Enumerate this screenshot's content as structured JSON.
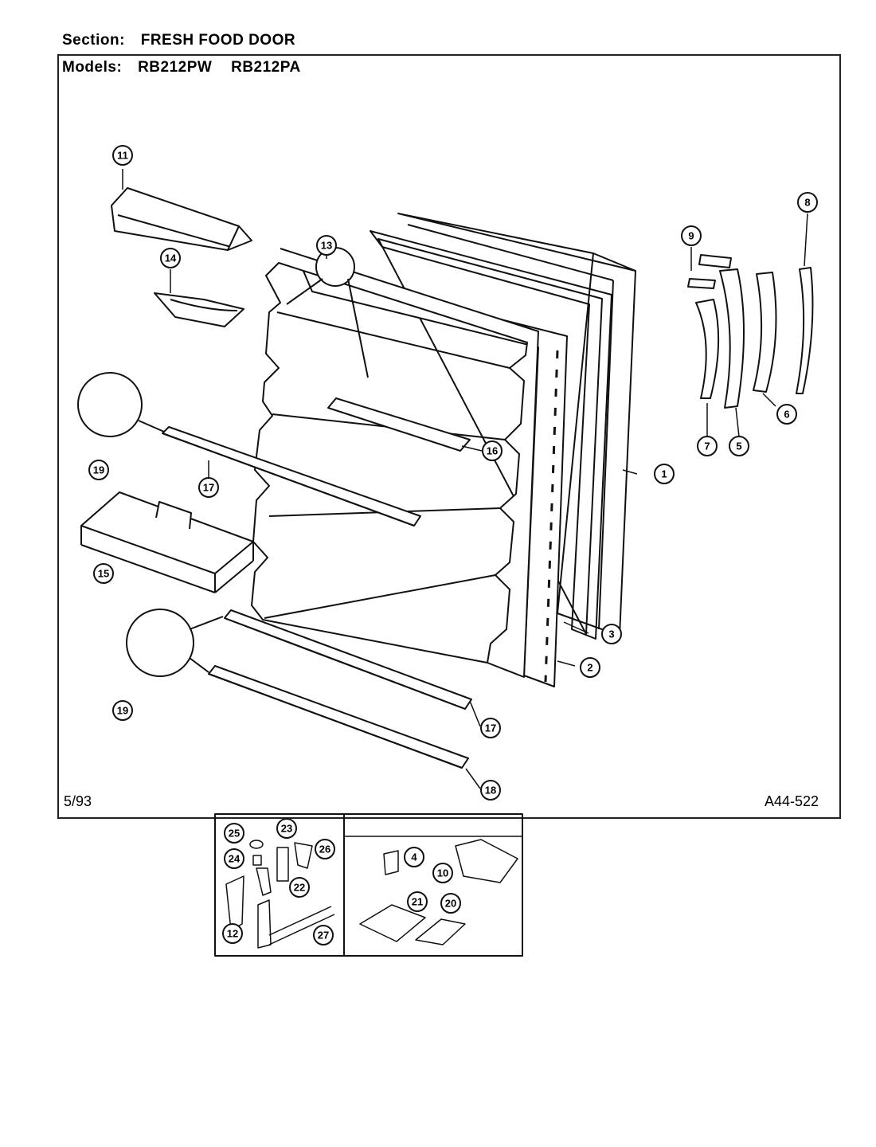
{
  "header": {
    "section_label": "Section:",
    "section_value": "FRESH FOOD DOOR",
    "models_label": "Models:",
    "models": [
      "RB212PW",
      "RB212PA"
    ]
  },
  "footer": {
    "date": "5/93",
    "code": "A44-522"
  },
  "callouts": [
    {
      "id": "c11",
      "label": "11"
    },
    {
      "id": "c13",
      "label": "13"
    },
    {
      "id": "c14",
      "label": "14"
    },
    {
      "id": "c19a",
      "label": "19"
    },
    {
      "id": "c17a",
      "label": "17"
    },
    {
      "id": "c16",
      "label": "16"
    },
    {
      "id": "c15",
      "label": "15"
    },
    {
      "id": "c19b",
      "label": "19"
    },
    {
      "id": "c17b",
      "label": "17"
    },
    {
      "id": "c18",
      "label": "18"
    },
    {
      "id": "c1",
      "label": "1"
    },
    {
      "id": "c2",
      "label": "2"
    },
    {
      "id": "c3",
      "label": "3"
    },
    {
      "id": "c9",
      "label": "9"
    },
    {
      "id": "c8",
      "label": "8"
    },
    {
      "id": "c7",
      "label": "7"
    },
    {
      "id": "c5",
      "label": "5"
    },
    {
      "id": "c6",
      "label": "6"
    },
    {
      "id": "c25",
      "label": "25"
    },
    {
      "id": "c23",
      "label": "23"
    },
    {
      "id": "c24",
      "label": "24"
    },
    {
      "id": "c26",
      "label": "26"
    },
    {
      "id": "c22",
      "label": "22"
    },
    {
      "id": "c12",
      "label": "12"
    },
    {
      "id": "c27",
      "label": "27"
    },
    {
      "id": "c4",
      "label": "4"
    },
    {
      "id": "c10",
      "label": "10"
    },
    {
      "id": "c21",
      "label": "21"
    },
    {
      "id": "c20",
      "label": "20"
    }
  ]
}
